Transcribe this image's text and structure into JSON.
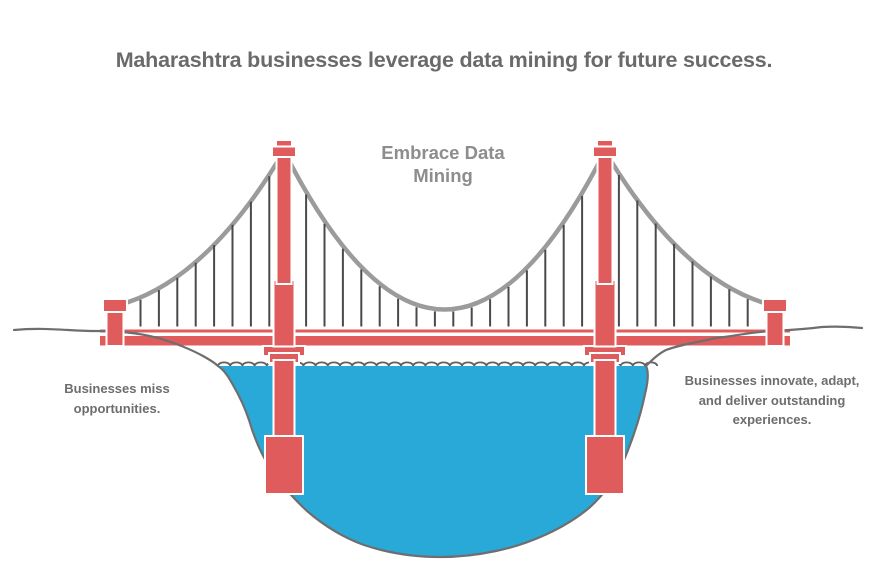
{
  "title": "Maharashtra businesses leverage data mining for future success.",
  "bridge": {
    "label": "Embrace Data\nMining",
    "left_caption": "Businesses miss\nopportunities.",
    "right_caption": "Businesses innovate, adapt,\nand deliver outstanding\nexperiences."
  },
  "colors": {
    "structure_red": "#e05c5c",
    "water_blue": "#29a9d8",
    "cable_gray": "#9b9b9b",
    "suspender_gray": "#4a4a4a",
    "ground_gray": "#6e6e6e",
    "wave_gray": "#606060",
    "title_text": "#6a6a6a",
    "caption_text": "#6d6d6d",
    "label_text": "#8d8d8d",
    "background": "#ffffff"
  }
}
